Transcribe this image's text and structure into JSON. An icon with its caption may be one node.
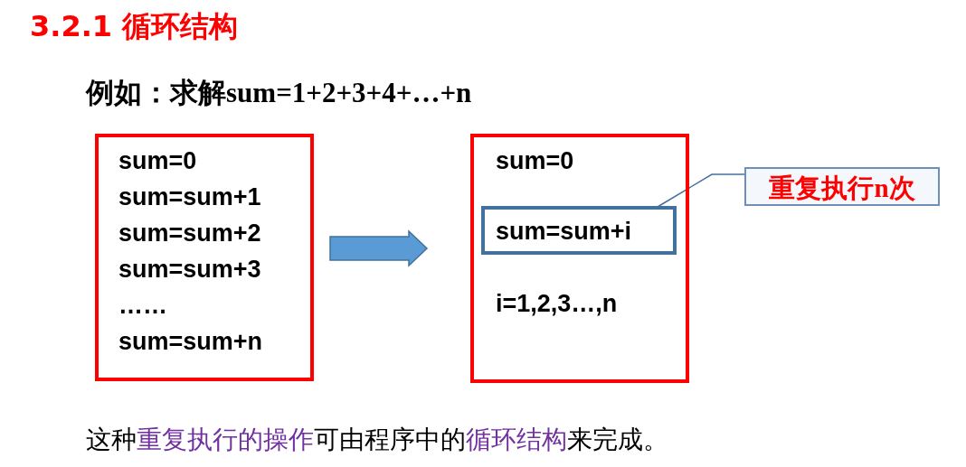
{
  "diagram": {
    "title": "3.2.1 循环结构",
    "caption": "这种**重复执行的操作**可由程序中的**循环结构**来完成。",
    "nodes": [
      {
        "text": [
          "sum=0",
          "sum=sum+1",
          "sum=sum+2",
          "sum=sum+3",
          "……",
          "sum=sum+n"
        ]
      },
      {
        "text": [
          "sum=0",
          "i=1,2,3…,n"
        ]
      },
      {
        "text": [
          "sum=sum+i"
        ],
        "in": 1
      },
      {
        "text": [
          "重复执行n次"
        ]
      }
    ],
    "edges": [
      {
        "from": 0,
        "to": 1,
        "arrow": "to",
        "style": "thick",
        "color": "#5b9bd5"
      },
      {
        "from": 3,
        "to": 2,
        "arrow": "none",
        "color": "#41719c"
      }
    ],
    "labels": [
      "例如：求解sum=1+2+3+4+…+n"
    ]
  }
}
